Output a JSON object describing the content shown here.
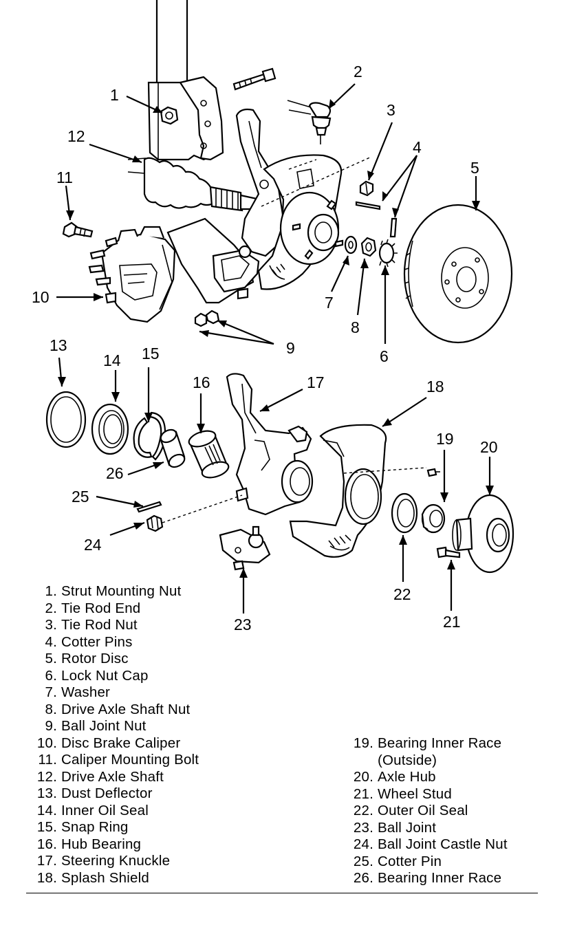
{
  "callouts": [
    "1",
    "2",
    "3",
    "4",
    "5",
    "6",
    "7",
    "8",
    "9",
    "10",
    "11",
    "12",
    "13",
    "14",
    "15",
    "16",
    "17",
    "18",
    "19",
    "20",
    "21",
    "22",
    "23",
    "24",
    "25",
    "26"
  ],
  "legend": [
    {
      "num": "1.",
      "text": "Strut Mounting Nut"
    },
    {
      "num": "2.",
      "text": "Tie Rod End"
    },
    {
      "num": "3.",
      "text": "Tie Rod Nut"
    },
    {
      "num": "4.",
      "text": "Cotter Pins"
    },
    {
      "num": "5.",
      "text": "Rotor Disc"
    },
    {
      "num": "6.",
      "text": "Lock Nut Cap"
    },
    {
      "num": "7.",
      "text": "Washer"
    },
    {
      "num": "8.",
      "text": "Drive Axle Shaft Nut"
    },
    {
      "num": "9.",
      "text": "Ball Joint Nut"
    },
    {
      "num": "10.",
      "text": "Disc Brake Caliper"
    },
    {
      "num": "11.",
      "text": "Caliper Mounting Bolt"
    },
    {
      "num": "12.",
      "text": "Drive Axle Shaft"
    },
    {
      "num": "13.",
      "text": "Dust Deflector"
    },
    {
      "num": "14.",
      "text": "Inner Oil Seal"
    },
    {
      "num": "15.",
      "text": "Snap Ring"
    },
    {
      "num": "16.",
      "text": "Hub Bearing"
    },
    {
      "num": "17.",
      "text": "Steering Knuckle"
    },
    {
      "num": "18.",
      "text": "Splash Shield"
    },
    {
      "num": "19.",
      "text": "Bearing Inner Race"
    },
    {
      "num": "",
      "text": "(Outside)"
    },
    {
      "num": "20.",
      "text": "Axle Hub"
    },
    {
      "num": "21.",
      "text": "Wheel Stud"
    },
    {
      "num": "22.",
      "text": "Outer Oil Seal"
    },
    {
      "num": "23.",
      "text": "Ball Joint"
    },
    {
      "num": "24.",
      "text": "Ball Joint Castle Nut"
    },
    {
      "num": "25.",
      "text": "Cotter Pin"
    },
    {
      "num": "26.",
      "text": "Bearing Inner Race"
    }
  ]
}
